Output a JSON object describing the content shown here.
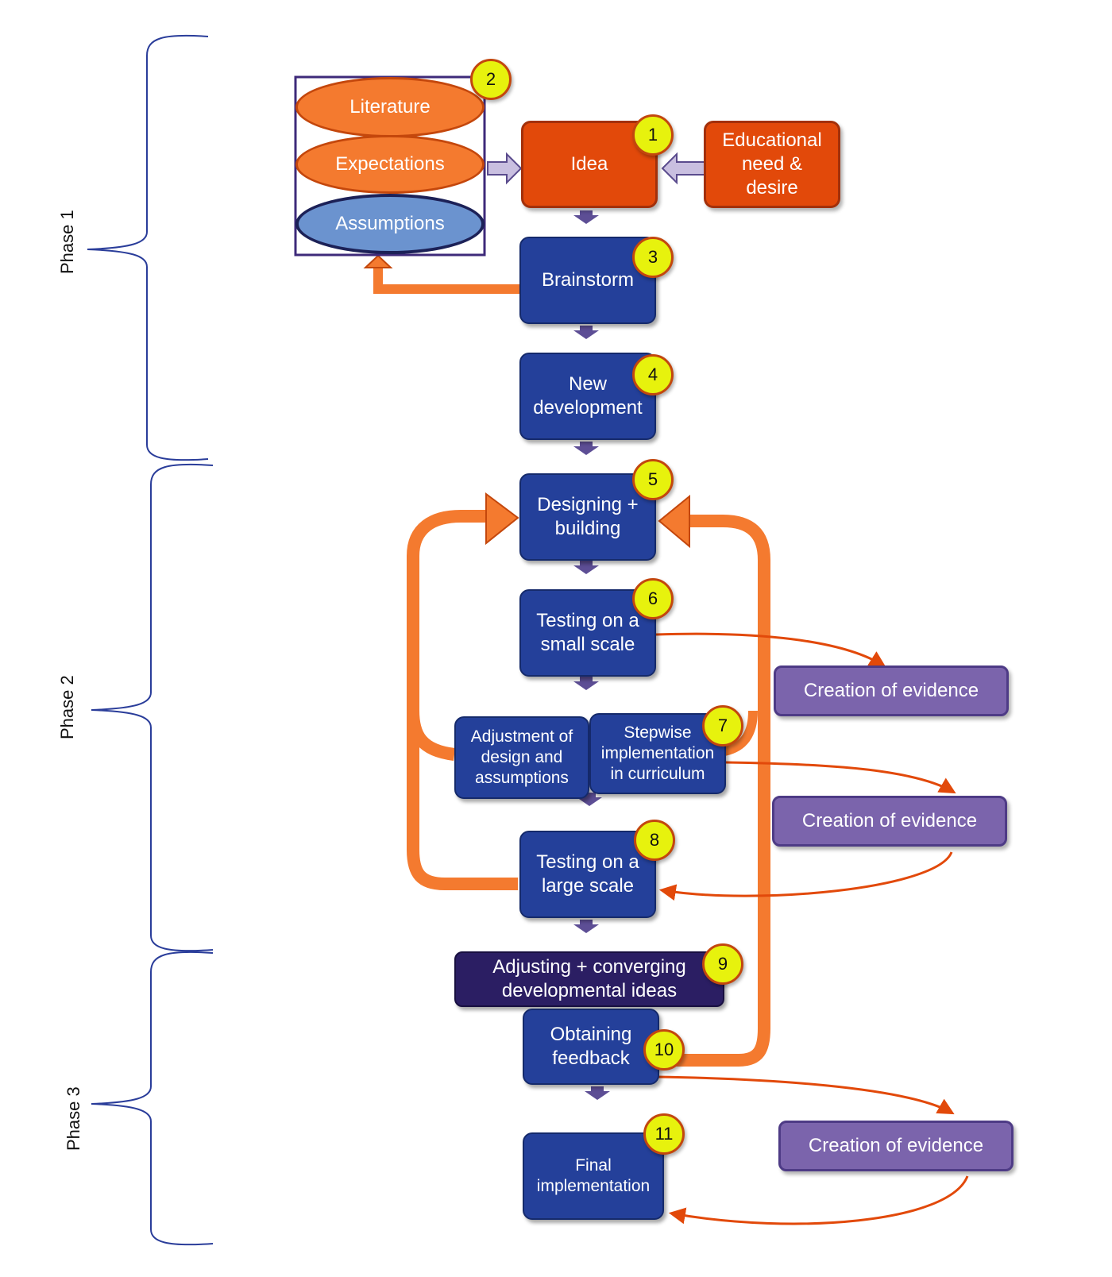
{
  "phases": {
    "p1": "Phase 1",
    "p2": "Phase 2",
    "p3": "Phase 3"
  },
  "nodes": {
    "literature": "Literature",
    "expectations": "Expectations",
    "assumptions": "Assumptions",
    "idea": "Idea",
    "educational_need": "Educational\nneed &\ndesire",
    "brainstorm": "Brainstorm",
    "new_development": "New\ndevelopment",
    "designing_building": "Designing +\nbuilding",
    "testing_small": "Testing on a\nsmall scale",
    "adjustment": "Adjustment of\ndesign and\nassumptions",
    "stepwise": "Stepwise\nimplementation\nin curriculum",
    "testing_large": "Testing on a\nlarge scale",
    "adjusting_converging": "Adjusting + converging\ndevelopmental ideas",
    "obtaining_feedback": "Obtaining\nfeedback",
    "final_implementation": "Final\nimplementation",
    "evidence_1": "Creation of evidence",
    "evidence_2": "Creation of evidence",
    "evidence_3": "Creation of evidence"
  },
  "badges": [
    "1",
    "2",
    "3",
    "4",
    "5",
    "6",
    "7",
    "8",
    "9",
    "10",
    "11"
  ],
  "colors": {
    "blue_box": "#24409a",
    "orange_box": "#e2490a",
    "purple_box": "#7b64ac",
    "badge": "#e7f20d",
    "bracket": "#2a3d9a",
    "loop_arrow": "#f47a2f"
  }
}
